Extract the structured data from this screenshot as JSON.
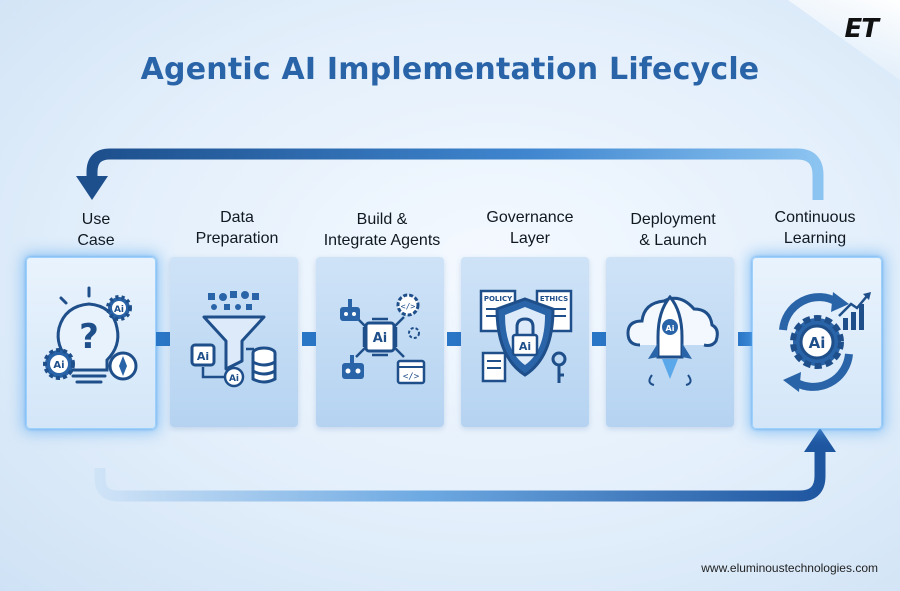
{
  "brand": {
    "logo_text": "ET",
    "website": "www.eluminoustechnologies.com"
  },
  "title": "Agentic AI Implementation Lifecycle",
  "steps": [
    {
      "label": "Use\nCase",
      "icon": "lightbulb-question-icon",
      "badge": "Ai"
    },
    {
      "label": "Data\nPreparation",
      "icon": "funnel-database-icon",
      "badge": "Ai"
    },
    {
      "label": "Build &\nIntegrate Agents",
      "icon": "chip-robots-icon",
      "badge": "Ai"
    },
    {
      "label": "Governance\nLayer",
      "icon": "shield-policy-icon",
      "badge": "Ai",
      "tags": [
        "POLICY",
        "ETHICS"
      ]
    },
    {
      "label": "Deployment\n& Launch",
      "icon": "rocket-cloud-icon",
      "badge": "Ai"
    },
    {
      "label": "Continuous\nLearning",
      "icon": "gear-cycle-chart-icon",
      "badge": "Ai"
    }
  ],
  "colors": {
    "primary": "#2a64a8",
    "dark_blue": "#1f4f8a",
    "light_blue": "#5aa8ea"
  }
}
